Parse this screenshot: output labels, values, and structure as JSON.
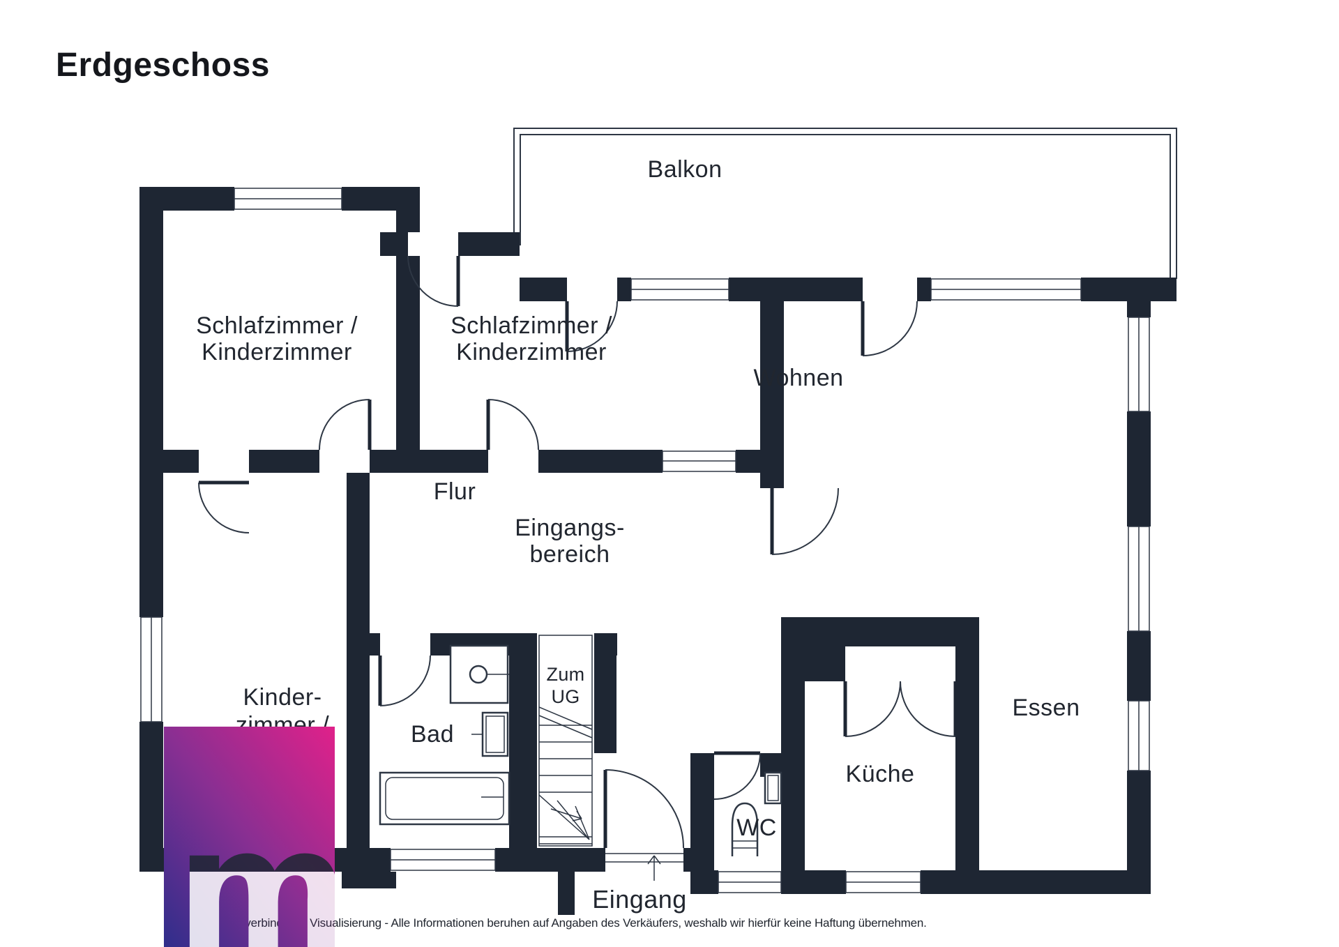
{
  "page": {
    "title": "Erdgeschoss"
  },
  "rooms": {
    "balkon": {
      "label": "Balkon"
    },
    "schlafzimmer1": {
      "label_line1": "Schlafzimmer /",
      "label_line2": "Kinderzimmer"
    },
    "schlafzimmer2": {
      "label_line1": "Schlafzimmer /",
      "label_line2": "Kinderzimmer"
    },
    "wohnen": {
      "label": "Wohnen"
    },
    "flur": {
      "label": "Flur"
    },
    "eingangsbereich": {
      "label_line1": "Eingangs-",
      "label_line2": "bereich"
    },
    "kinderzimmer": {
      "label_line1": "Kinder-",
      "label_line2": "zimmer /"
    },
    "bad": {
      "label": "Bad"
    },
    "zum_ug": {
      "label_line1": "Zum",
      "label_line2": "UG"
    },
    "wc": {
      "label": "WC"
    },
    "kueche": {
      "label": "Küche"
    },
    "essen": {
      "label": "Essen"
    },
    "eingang": {
      "label": "Eingang"
    }
  },
  "footer": {
    "disclaimer": "Unverbindliche Visualisierung - Alle Informationen beruhen auf Angaben des Verkäufers, weshalb wir hierfür keine Haftung übernehmen."
  },
  "watermark": {
    "letter": "m"
  },
  "colors": {
    "bg": "#FFFFFF",
    "wall": "#1E2633",
    "line": "#2E3744",
    "ink": "#21262F",
    "brand_blue": "#2F2E8B",
    "brand_purple": "#8A2F92",
    "brand_pink": "#E0218A"
  }
}
